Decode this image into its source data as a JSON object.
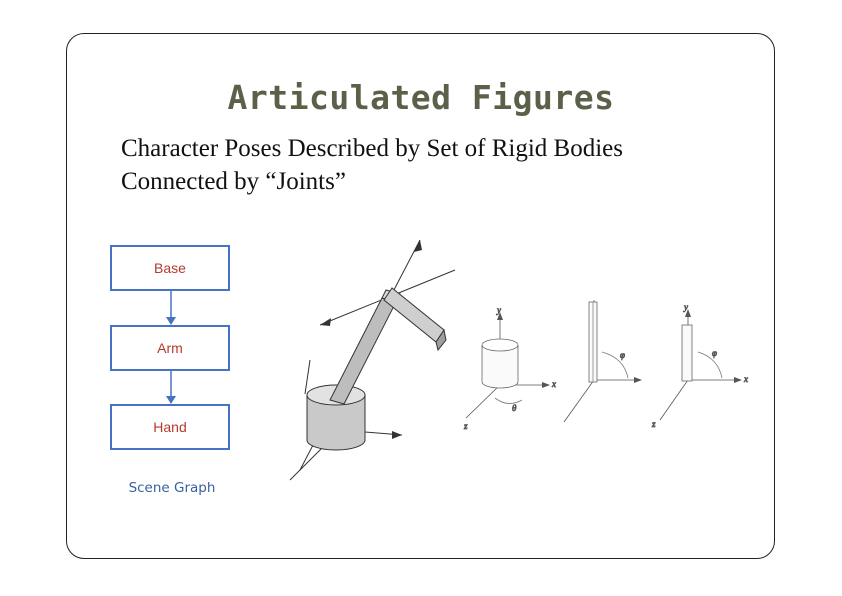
{
  "slide": {
    "title": "Articulated Figures",
    "subtitle_line1": "Character Poses Described by Set of Rigid Bodies",
    "subtitle_line2": "Connected by “Joints”"
  },
  "scene_graph": {
    "nodes": [
      "Base",
      "Arm",
      "Hand"
    ],
    "caption": "Scene Graph"
  },
  "figure": {
    "axis_labels": [
      "y",
      "x",
      "z",
      "θ",
      "φ"
    ]
  },
  "colors": {
    "title": "#5a6148",
    "node_border": "#4472c4",
    "node_text": "#b53a2e",
    "caption": "#3a5fa0"
  }
}
